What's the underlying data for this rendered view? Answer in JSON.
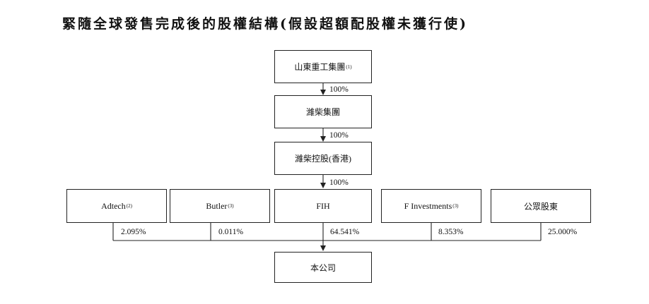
{
  "title": "緊隨全球發售完成後的股權結構(假設超額配股權未獲行使)",
  "chain": [
    {
      "name": "山東重工集團",
      "note": "(1)"
    },
    {
      "name": "濰柴集團",
      "note": ""
    },
    {
      "name": "濰柴控股(香港)",
      "note": ""
    }
  ],
  "chain_percentages": [
    "100%",
    "100%",
    "100%"
  ],
  "shareholders": [
    {
      "name": "Adtech",
      "note": "(2)",
      "percent": "2.095%"
    },
    {
      "name": "Butler",
      "note": "(3)",
      "percent": "0.011%"
    },
    {
      "name": "FIH",
      "note": "",
      "percent": "64.541%"
    },
    {
      "name": "F Investments",
      "note": "(3)",
      "percent": "8.353%"
    },
    {
      "name": "公眾股東",
      "note": "",
      "percent": "25.000%"
    }
  ],
  "company": {
    "name": "本公司"
  }
}
